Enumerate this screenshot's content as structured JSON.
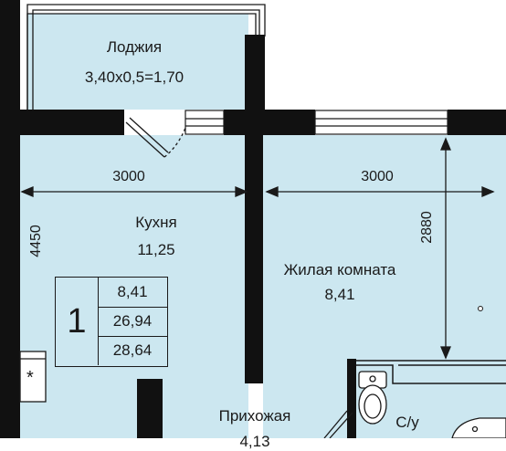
{
  "rooms": {
    "loggia": {
      "name": "Лоджия",
      "formula": "3,40x0,5=1,70"
    },
    "kitchen": {
      "name": "Кухня",
      "area": "11,25"
    },
    "living": {
      "name": "Жилая комната",
      "area": "8,41"
    },
    "hallway": {
      "name": "Прихожая",
      "area": "4,13"
    },
    "bathroom": {
      "name": "С/у"
    }
  },
  "dimensions": {
    "kitchen_width": "3000",
    "living_width": "3000",
    "kitchen_depth": "4450",
    "living_depth": "2880"
  },
  "legend": {
    "rooms_count": "1",
    "living_area": "8,41",
    "total_area_no_loggia": "26,94",
    "total_area": "28,64"
  },
  "symbols": {
    "ventilation_mark": "*"
  },
  "colors": {
    "floor": "#cce7f0",
    "wall": "#111111",
    "line": "#1a1a1a"
  }
}
